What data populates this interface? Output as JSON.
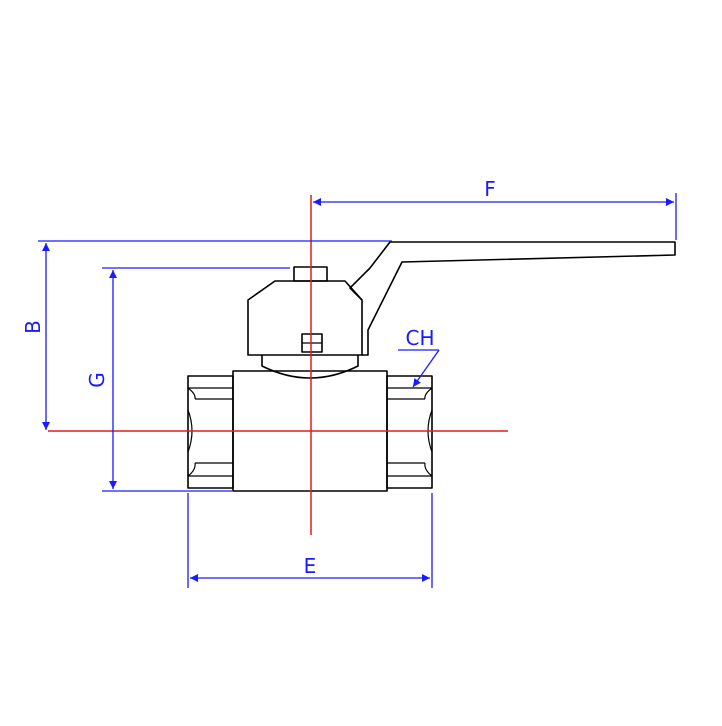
{
  "labels": {
    "F": "F",
    "B": "B",
    "G": "G",
    "CH": "CH",
    "E": "E"
  },
  "colors": {
    "dimension": "#1a1aff",
    "centerline": "#e21b1b",
    "outline": "#000000",
    "background": "#ffffff"
  }
}
